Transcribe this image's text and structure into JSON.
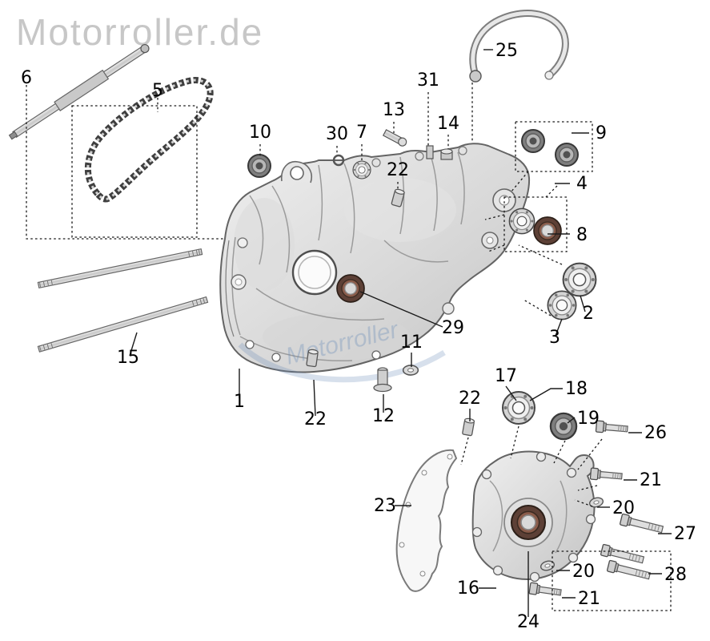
{
  "watermark": "Motorroller.de",
  "center_watermark": "Motorroller",
  "callouts": [
    {
      "part": "6",
      "label": "6"
    },
    {
      "part": "5",
      "label": "5"
    },
    {
      "part": "10",
      "label": "10"
    },
    {
      "part": "30",
      "label": "30"
    },
    {
      "part": "7",
      "label": "7"
    },
    {
      "part": "13",
      "label": "13"
    },
    {
      "part": "31",
      "label": "31"
    },
    {
      "part": "14",
      "label": "14"
    },
    {
      "part": "25",
      "label": "25"
    },
    {
      "part": "9",
      "label": "9"
    },
    {
      "part": "22-upper",
      "label": "22"
    },
    {
      "part": "4",
      "label": "4"
    },
    {
      "part": "8",
      "label": "8"
    },
    {
      "part": "2",
      "label": "2"
    },
    {
      "part": "3",
      "label": "3"
    },
    {
      "part": "29",
      "label": "29"
    },
    {
      "part": "15",
      "label": "15"
    },
    {
      "part": "1",
      "label": "1"
    },
    {
      "part": "22-bottom",
      "label": "22"
    },
    {
      "part": "12",
      "label": "12"
    },
    {
      "part": "11",
      "label": "11"
    },
    {
      "part": "17",
      "label": "17"
    },
    {
      "part": "22-cover",
      "label": "22"
    },
    {
      "part": "18",
      "label": "18"
    },
    {
      "part": "19",
      "label": "19"
    },
    {
      "part": "26",
      "label": "26"
    },
    {
      "part": "21-upper",
      "label": "21"
    },
    {
      "part": "20-upper",
      "label": "20"
    },
    {
      "part": "23",
      "label": "23"
    },
    {
      "part": "27",
      "label": "27"
    },
    {
      "part": "20-lower",
      "label": "20"
    },
    {
      "part": "28",
      "label": "28"
    },
    {
      "part": "21-lower",
      "label": "21"
    },
    {
      "part": "16",
      "label": "16"
    },
    {
      "part": "24",
      "label": "24"
    }
  ]
}
